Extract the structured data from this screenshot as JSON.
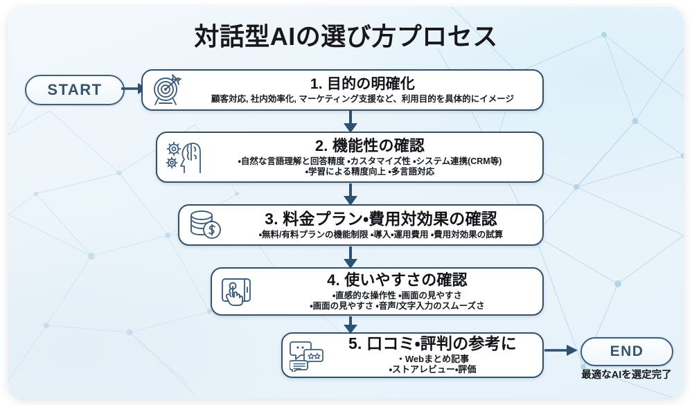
{
  "title": "対話型AIの選び方プロセス",
  "terminals": {
    "start_label": "START",
    "end_label": "END",
    "end_caption": "最適なAIを選定完了"
  },
  "steps": [
    {
      "icon": "target-icon",
      "title": "1. 目的の明確化",
      "lines": [
        "顧客対応, 社内効率化, マーケティング支援など、利用目的を具体的にイメージ"
      ]
    },
    {
      "icon": "brain-gears-icon",
      "title": "2. 機能性の確認",
      "lines": [
        "・自然な言語理解と回答精度  ・カスタマイズ性  ・システム連携(CRM等)",
        "・学習による精度向上        ・多言語対応"
      ]
    },
    {
      "icon": "coins-icon",
      "title": "3. 料金プラン・費用対効果の確認",
      "lines": [
        "・無料/有料プランの機能制限  ・導入・運用費用  ・費用対効果の試算"
      ]
    },
    {
      "icon": "tap-screen-icon",
      "title": "4. 使いやすさの確認",
      "lines": [
        "・直感的な操作性  ・画面の見やすさ",
        "・画面の見やすさ  ・音声/文字入力のスムーズさ"
      ]
    },
    {
      "icon": "review-chat-icon",
      "title": "5. 口コミ・評判の参考に",
      "lines": [
        "・Webまとめ記事",
        "・ストアレビュー・評価"
      ]
    }
  ],
  "colors": {
    "box_border": "#2f4f6d",
    "pill_border": "#3c5f80",
    "arrow": "#2c5173",
    "title_text": "#16181c",
    "canvas_bg": "#eaf4fa",
    "network_line": "#bcd9ea"
  }
}
